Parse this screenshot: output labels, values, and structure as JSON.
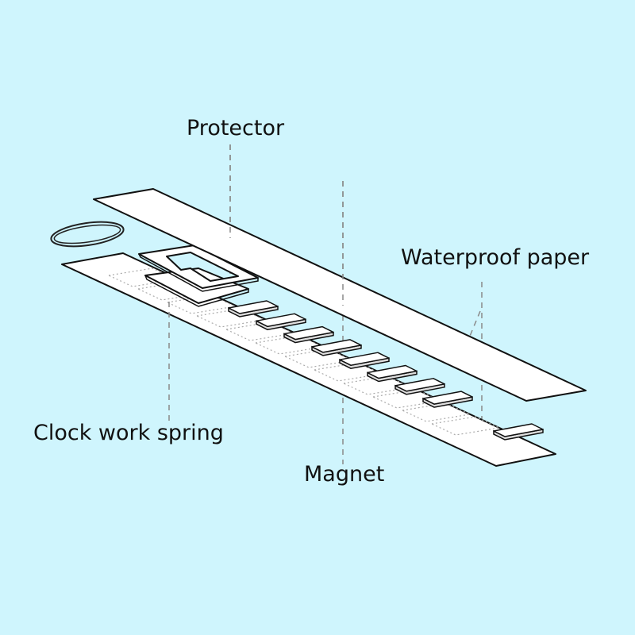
{
  "labels": {
    "protector": "Protector",
    "waterproof_paper": "Waterproof paper",
    "clock_work_spring": "Clock work spring",
    "magnet": "Magnet"
  },
  "colors": {
    "background": "#cff5fd",
    "part_fill": "#ffffff",
    "outline": "#111111",
    "leader": "#888888"
  },
  "magnet_count": 9
}
